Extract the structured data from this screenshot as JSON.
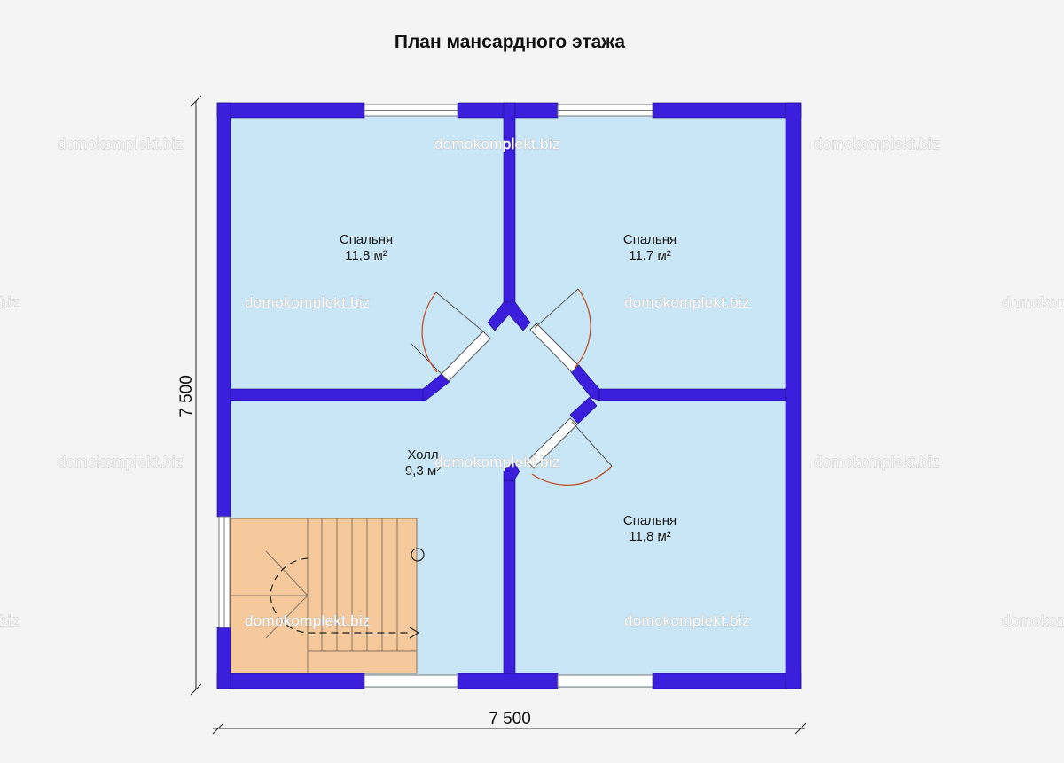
{
  "title": "План мансардного этажа",
  "watermark": "domokomplekt.biz",
  "dimensions": {
    "width": "7 500",
    "height": "7 500"
  },
  "rooms": [
    {
      "name": "Спальня",
      "area": "11,8 м²"
    },
    {
      "name": "Спальня",
      "area": "11,7 м²"
    },
    {
      "name": "Холл",
      "area": "9,3 м²"
    },
    {
      "name": "Спальня",
      "area": "11,8 м²"
    }
  ],
  "colors": {
    "wall": "#3b1fdc",
    "floor": "#c9e6f6",
    "stairs": "#f5c99c",
    "door_arc": "#c0522a",
    "background": "#f4f4f4"
  }
}
